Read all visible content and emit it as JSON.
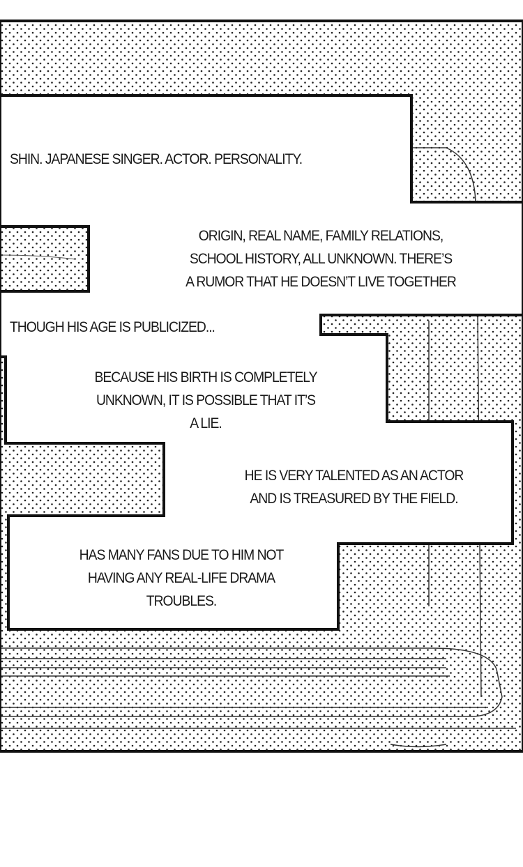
{
  "captions": {
    "intro": "SHIN. JAPANESE SINGER. ACTOR. PERSONALITY.",
    "origin": [
      "ORIGIN, REAL NAME, FAMILY RELATIONS,",
      "SCHOOL HISTORY, ALL UNKNOWN. THERE’S",
      "A RUMOR THAT HE DOESN’T LIVE TOGETHER"
    ],
    "age": "THOUGH HIS AGE IS PUBLICIZED...",
    "birth": [
      "BECAUSE HIS BIRTH IS COMPLETELY",
      "UNKNOWN, IT IS POSSIBLE THAT IT’S",
      "A LIE."
    ],
    "talent": [
      "HE IS VERY TALENTED AS AN ACTOR",
      "AND IS TREASURED BY THE FIELD."
    ],
    "fans": [
      "HAS MANY FANS DUE TO HIM NOT",
      "HAVING ANY REAL-LIFE DRAMA",
      "TROUBLES."
    ]
  }
}
